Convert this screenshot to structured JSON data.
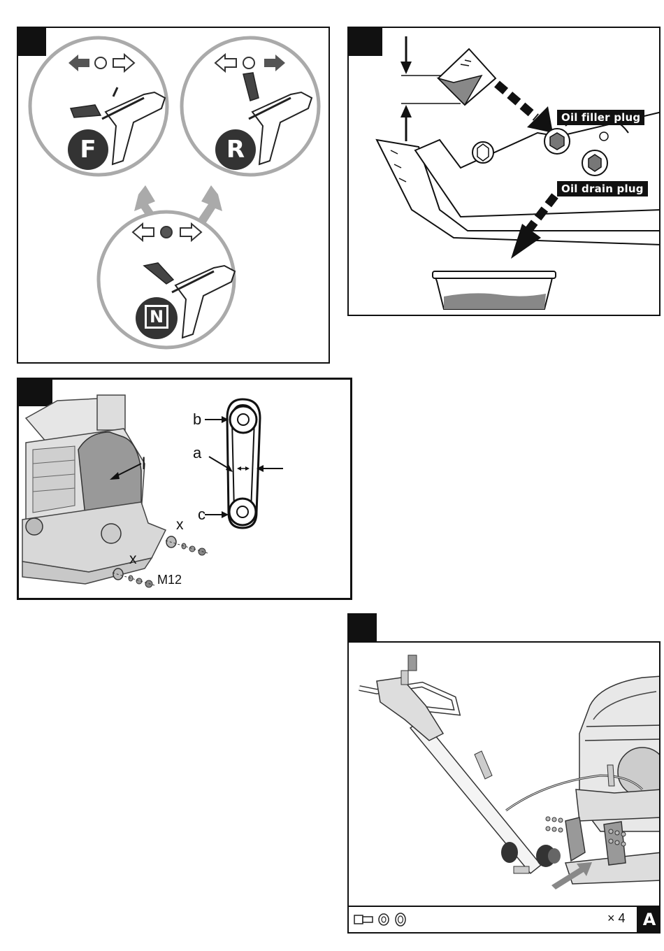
{
  "panel1": {
    "modes": [
      "F",
      "R",
      "N"
    ]
  },
  "panel2": {
    "filler_label": "Oil filler plug",
    "drain_label": "Oil drain plug"
  },
  "panel3": {
    "label_b": "b",
    "label_a": "a",
    "label_c": "c",
    "label_l": "l",
    "label_x1": "x",
    "label_x2": "x",
    "bolt_label": "M12"
  },
  "panel4": {
    "quantity": "× 4",
    "corner_letter": "A"
  }
}
